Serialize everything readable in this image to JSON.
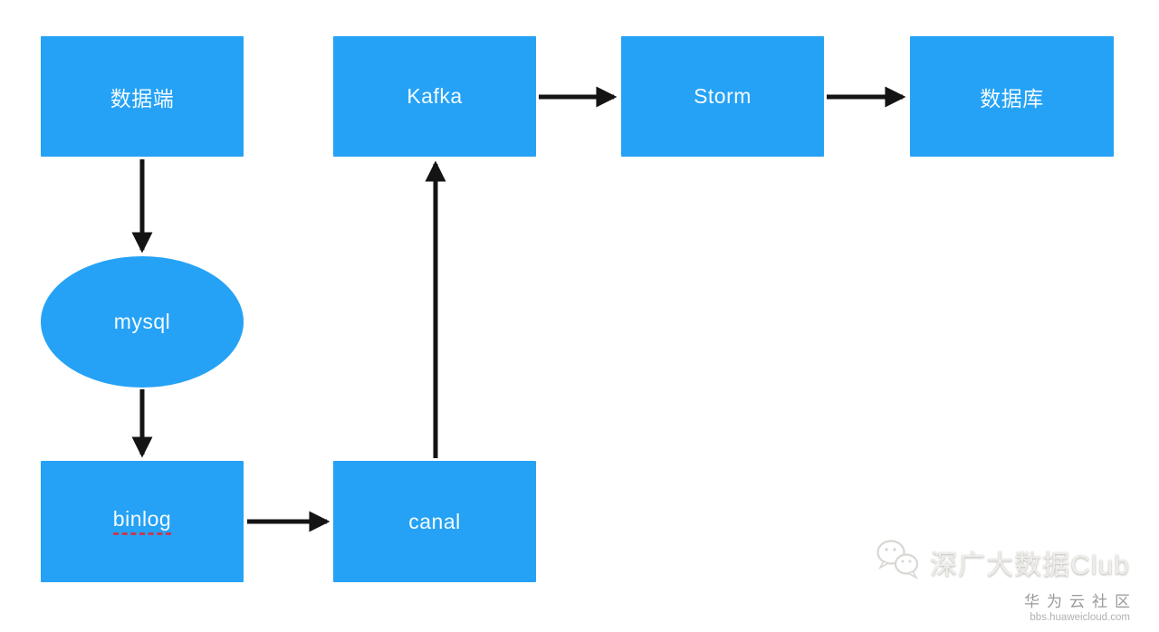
{
  "diagram": {
    "colors": {
      "node_fill": "#25a2f5",
      "node_text": "#f5fbff",
      "arrow": "#141414",
      "misspell_underline": "#c43b52",
      "background": "#ffffff"
    },
    "nodes": [
      {
        "id": "data-source",
        "label": "数据端",
        "shape": "rect"
      },
      {
        "id": "mysql",
        "label": "mysql",
        "shape": "ellipse"
      },
      {
        "id": "binlog",
        "label": "binlog",
        "shape": "rect",
        "misspell_underline": true
      },
      {
        "id": "canal",
        "label": "canal",
        "shape": "rect"
      },
      {
        "id": "kafka",
        "label": "Kafka",
        "shape": "rect"
      },
      {
        "id": "storm",
        "label": "Storm",
        "shape": "rect"
      },
      {
        "id": "database",
        "label": "数据库",
        "shape": "rect"
      }
    ],
    "edges": [
      {
        "from": "data-source",
        "to": "mysql",
        "direction": "down"
      },
      {
        "from": "mysql",
        "to": "binlog",
        "direction": "down"
      },
      {
        "from": "binlog",
        "to": "canal",
        "direction": "right"
      },
      {
        "from": "canal",
        "to": "kafka",
        "direction": "up"
      },
      {
        "from": "kafka",
        "to": "storm",
        "direction": "right"
      },
      {
        "from": "storm",
        "to": "database",
        "direction": "right"
      }
    ]
  },
  "watermark": {
    "icon": "wechat-icon",
    "brand": "深广大数据Club",
    "community": "华为云社区",
    "site": "bbs.huaweicloud.com"
  }
}
